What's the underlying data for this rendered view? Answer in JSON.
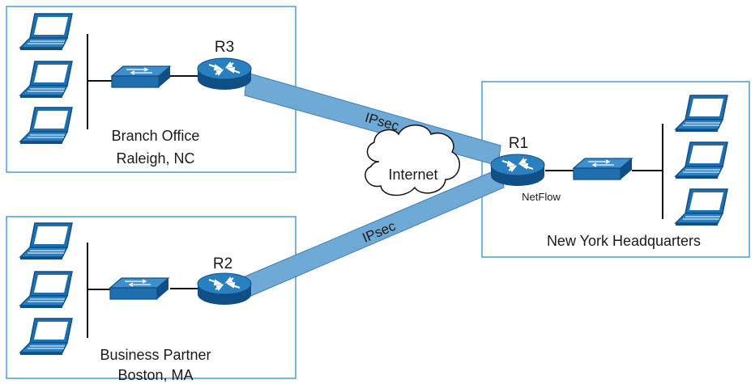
{
  "sites": {
    "raleigh": {
      "line1": "Branch Office",
      "line2": "Raleigh, NC"
    },
    "boston": {
      "line1": "Business Partner",
      "line2": "Boston, MA"
    },
    "newyork": {
      "line1": "New York Headquarters"
    }
  },
  "routers": {
    "r1": "R1",
    "r2": "R2",
    "r3": "R3"
  },
  "tunnels": {
    "upper": "IPsec",
    "lower": "IPsec"
  },
  "cloud": {
    "label": "Internet"
  },
  "r1_feature": "NetFlow",
  "colors": {
    "box_border": "#2f8fcb",
    "tunnel_fill": "#6fa9d6",
    "tunnel_edge": "#3f7fb5",
    "device_blue": "#1f6fae",
    "device_dark": "#0f4f86",
    "cloud_outline": "#111111"
  },
  "icons": [
    "laptop-icon",
    "switch-icon",
    "router-icon",
    "cloud-icon"
  ]
}
